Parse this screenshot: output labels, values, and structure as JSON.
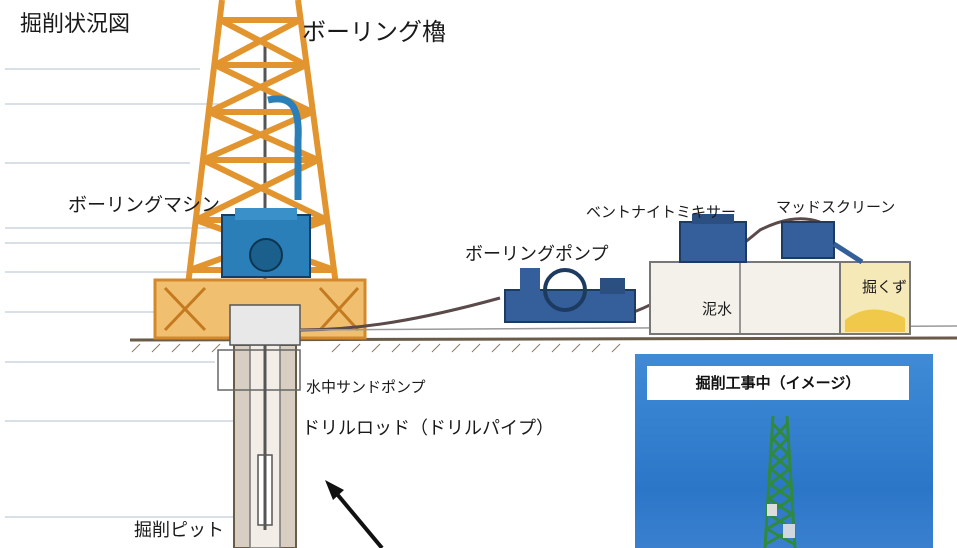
{
  "labels": {
    "title": "掘削状況図",
    "derrick": "ボーリング櫓",
    "boring_machine": "ボーリングマシン",
    "bentonite_mixer": "ベントナイトミキサー",
    "mud_screen": "マッドスクリーン",
    "boring_pump": "ボーリングポンプ",
    "mud_water": "泥水",
    "cuttings": "掘くず",
    "submersible_pump": "水中サンドポンプ",
    "drill_rod": "ドリルロッド（ドリルパイプ）",
    "pit": "掘削ピット"
  },
  "photo": {
    "caption": "掘削工事中（イメージ）"
  },
  "colors": {
    "tower": "#e2952e",
    "machine": "#2a7fb8",
    "equipment": "#345f9a",
    "sky": "#2f79cc",
    "ground": "#6a5a48"
  }
}
